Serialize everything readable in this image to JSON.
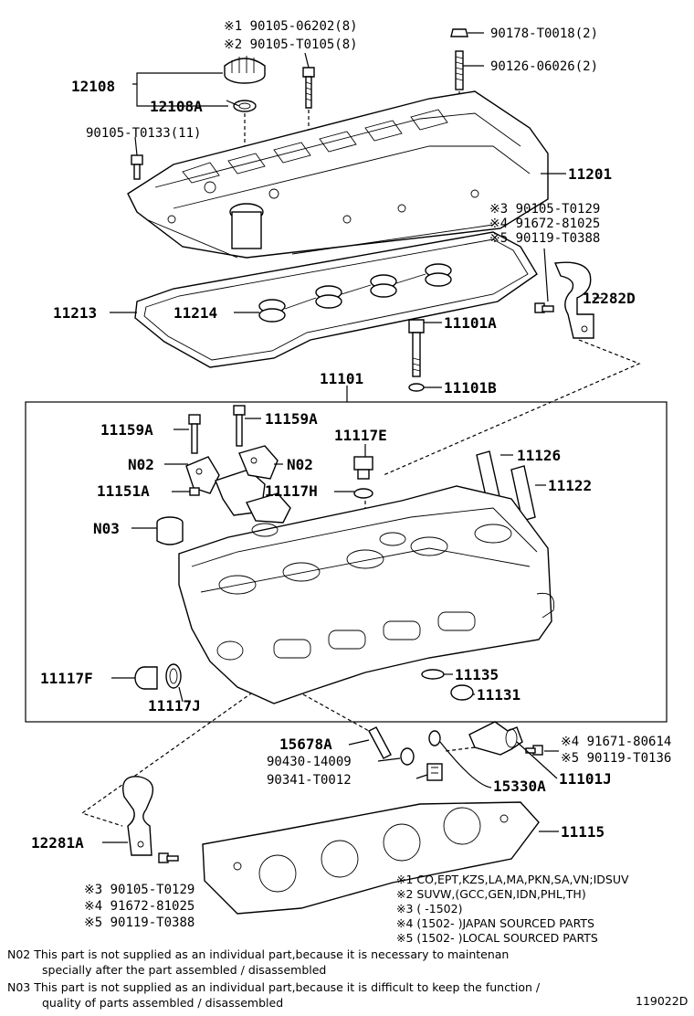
{
  "labels": {
    "cover_bolt_1": "※1 90105-06202(8)",
    "cover_bolt_2": "※2 90105-T0105(8)",
    "nut": "90178-T0018(2)",
    "stud": "90126-06026(2)",
    "p12108": "12108",
    "p12108A": "12108A",
    "cover_small_bolt": "90105-T0133(11)",
    "p11201": "11201",
    "hanger_upper_bolt_3": "※3 90105-T0129",
    "hanger_upper_bolt_4": "※4 91672-81025",
    "hanger_upper_bolt_5": "※5 90119-T0388",
    "p12282D": "12282D",
    "p11213": "11213",
    "p11214": "11214",
    "p11101A": "11101A",
    "p11101B": "11101B",
    "p11101": "11101",
    "p11159A": "11159A",
    "p11117E": "11117E",
    "n02": "N02",
    "p11126": "11126",
    "p11151A": "11151A",
    "p11117H": "11117H",
    "p11122": "11122",
    "n03": "N03",
    "p11117F": "11117F",
    "p11135": "11135",
    "p11117J": "11117J",
    "p11131": "11131",
    "ocv_bolt_4": "※4 91671-80614",
    "p15678A": "15678A",
    "ocv_bolt_5": "※5 90119-T0136",
    "washer_gasket": "90430-14009",
    "screw_plug": "90341-T0012",
    "p11101J": "11101J",
    "p15330A": "15330A",
    "p11115": "11115",
    "p12281A": "12281A",
    "hanger_lower_bolt_3": "※3 90105-T0129",
    "hanger_lower_bolt_4": "※4 91672-81025",
    "hanger_lower_bolt_5": "※5 90119-T0388"
  },
  "notes": {
    "n1": "※1 CO,EPT,KZS,LA,MA,PKN,SA,VN;IDSUV",
    "n2": "※2 SUVW,(GCC,GEN,IDN,PHL,TH)",
    "n3": "※3 (      -1502)",
    "n4": "※4 (1502-       )JAPAN SOURCED PARTS",
    "n5": "※5 (1502-       )LOCAL SOURCED PARTS"
  },
  "footnotes": {
    "n02_line1": "N02 This part is not supplied as an individual part,because it is necessary to maintenan",
    "n02_line2": "specially after the part assembled / disassembled",
    "n03_line1": "N03 This part is not supplied as an individual part,because it is difficult to keep the function /",
    "n03_line2": "quality of parts assembled / disassembled"
  },
  "diagram_id": "119022D"
}
